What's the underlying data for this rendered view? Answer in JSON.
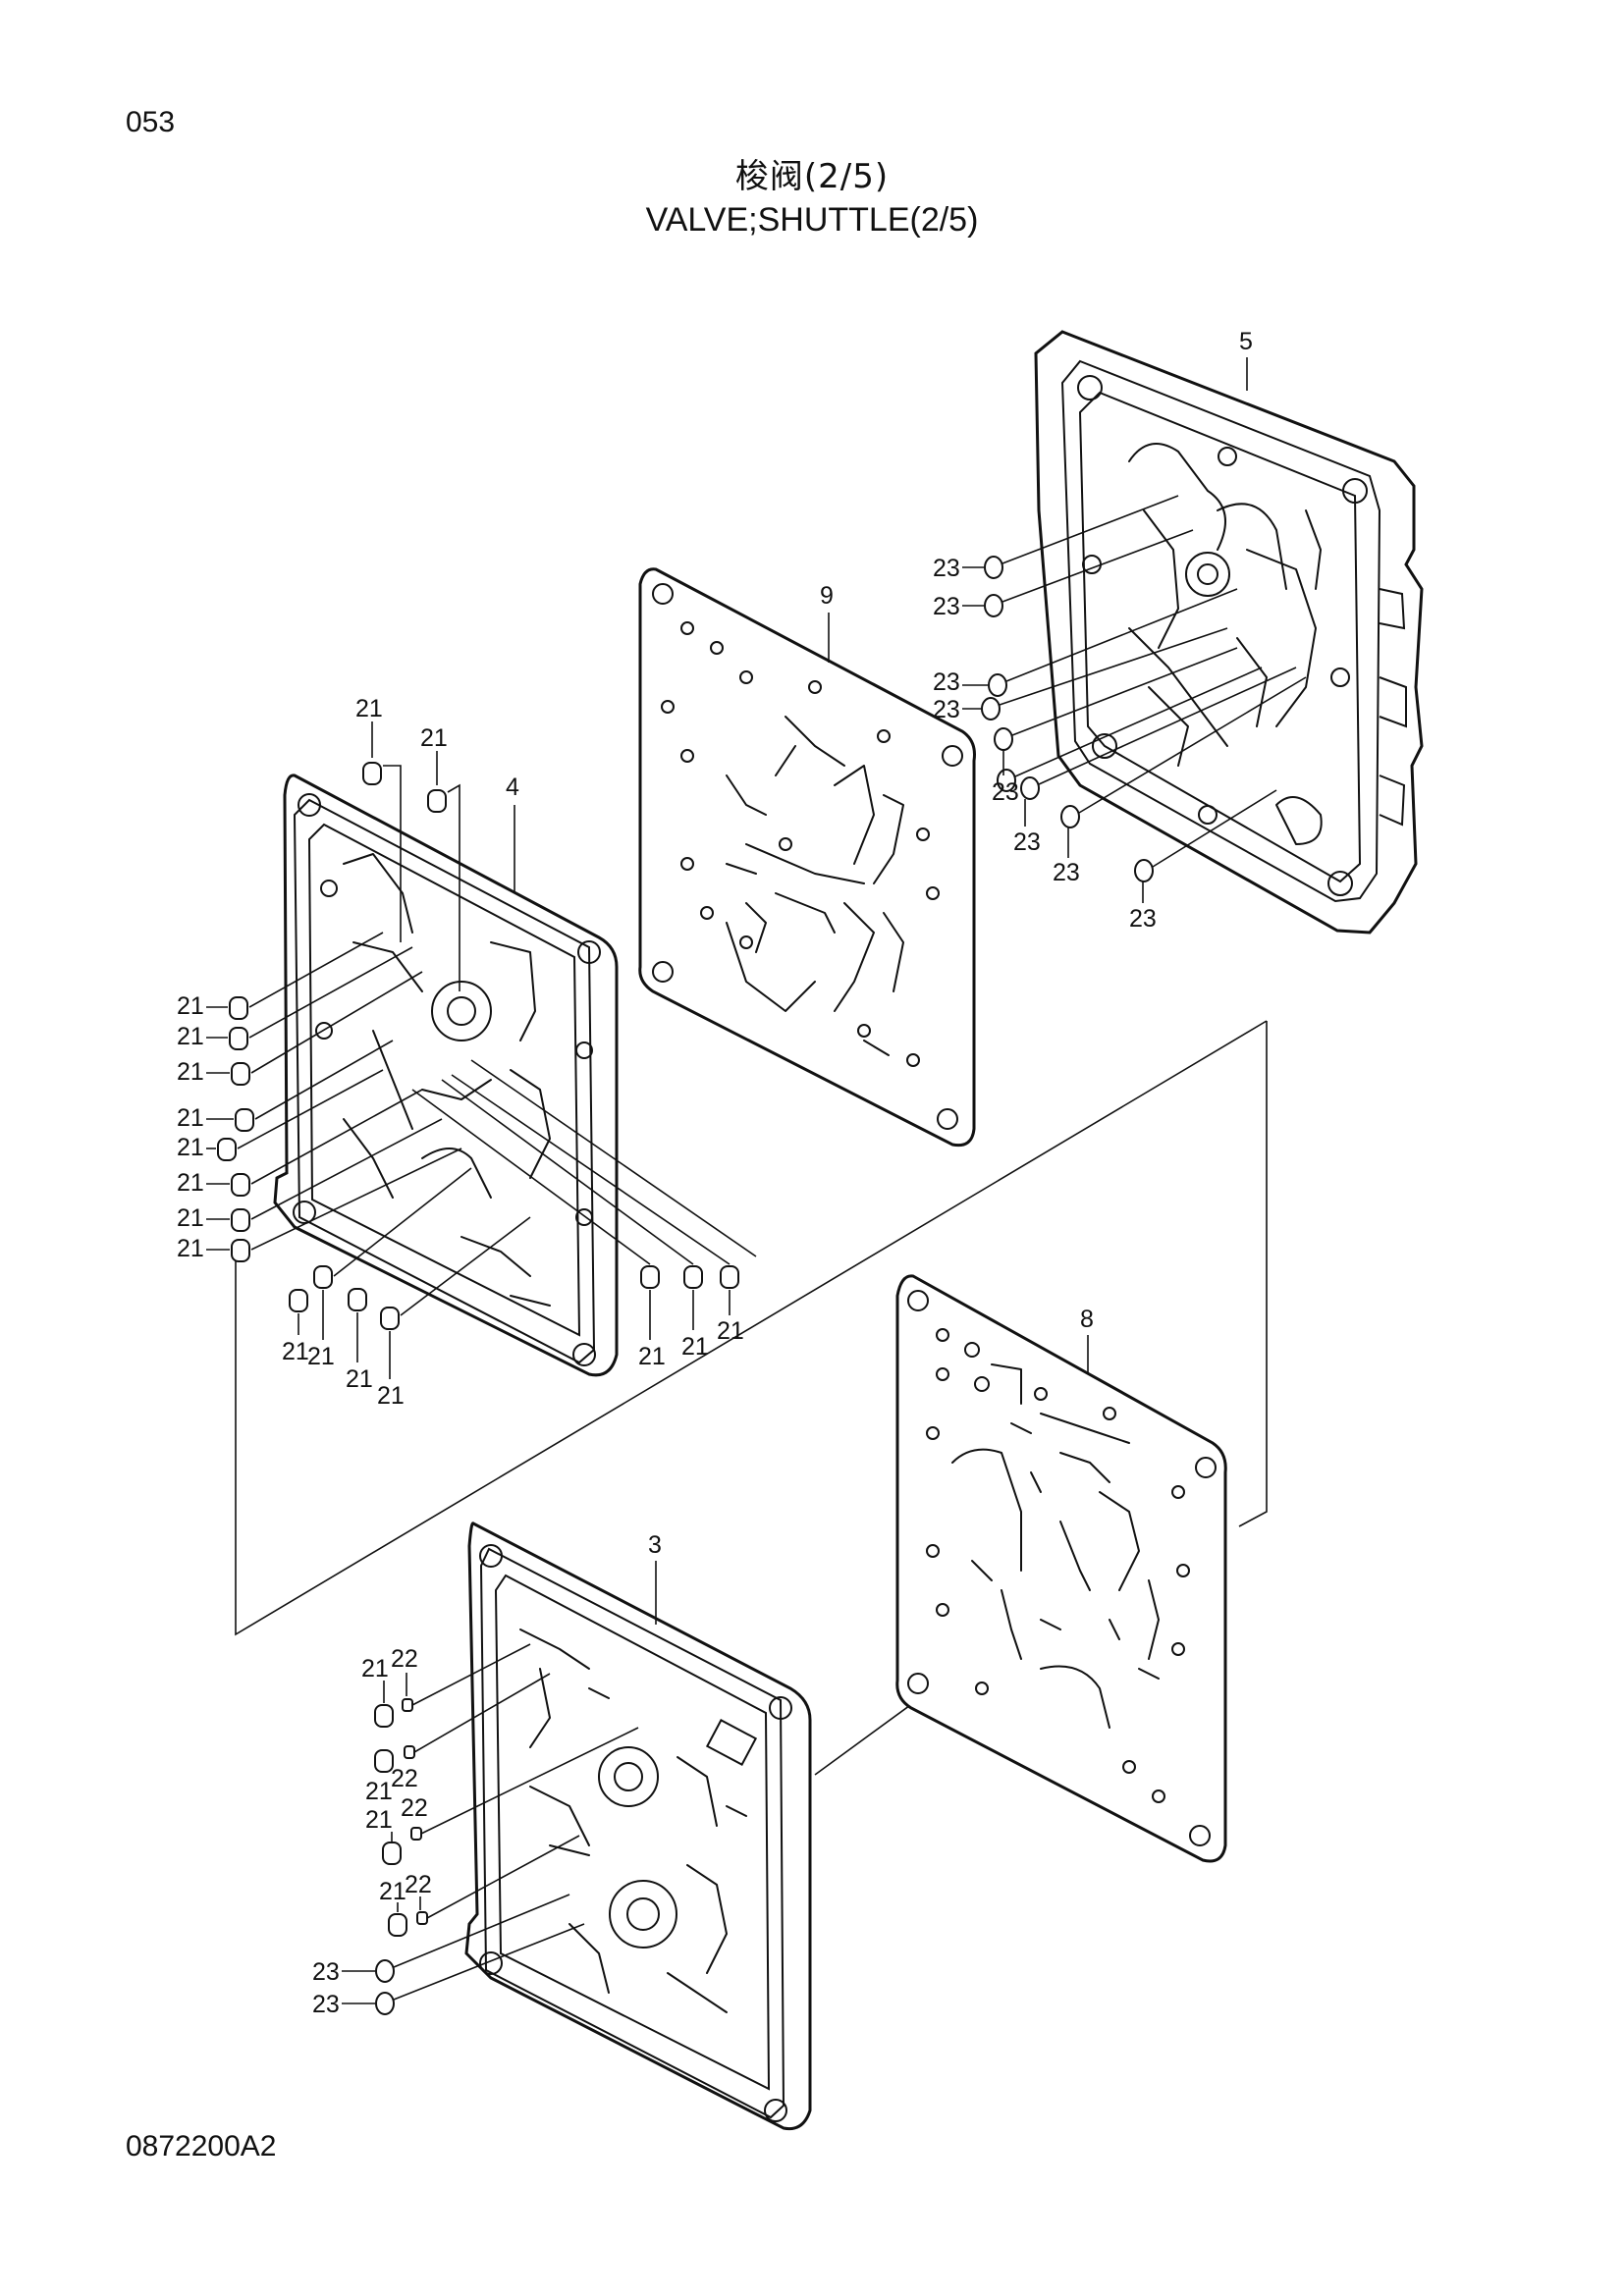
{
  "page_number": "053",
  "title_cn": "梭阀(2/5)",
  "title_en": "VALVE;SHUTTLE(2/5)",
  "doc_code": "0872200A2",
  "parts": [
    {
      "id": "p5",
      "label": "5"
    },
    {
      "id": "p9",
      "label": "9"
    },
    {
      "id": "p4",
      "label": "4"
    },
    {
      "id": "p8",
      "label": "8"
    },
    {
      "id": "p3",
      "label": "3"
    }
  ],
  "callouts": {
    "c21": "21",
    "c22": "22",
    "c23": "23"
  }
}
